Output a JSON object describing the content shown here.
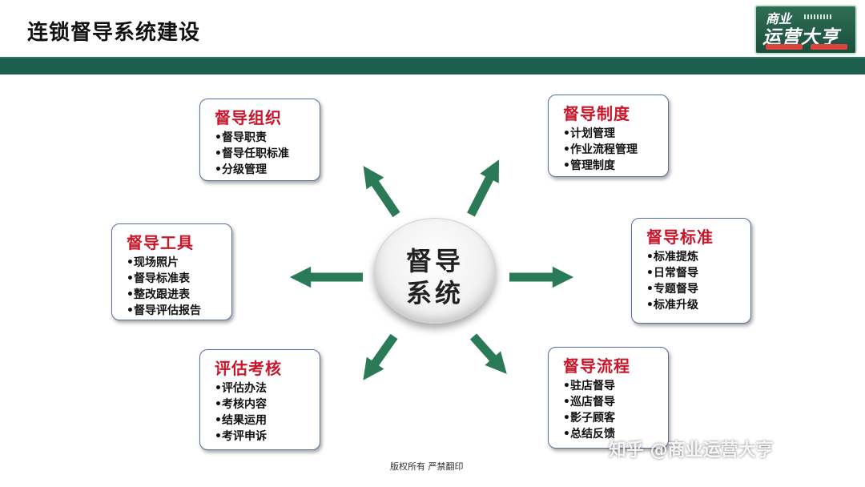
{
  "header": {
    "title": "连锁督导系统建设"
  },
  "logo": {
    "line1": "商业",
    "line2": "运营大亨",
    "accent_color": "#1d5f4c"
  },
  "hub": {
    "line1": "督导",
    "line2": "系统"
  },
  "boxes": {
    "org": {
      "title": "督导组织",
      "items": [
        "•督导职责",
        "•督导任职标准",
        "•分级管理"
      ]
    },
    "system": {
      "title": "督导制度",
      "items": [
        "•计划管理",
        "•作业流程管理",
        "•管理制度"
      ]
    },
    "tools": {
      "title": "督导工具",
      "items": [
        "•现场照片",
        "•督导标准表",
        "•整改跟进表",
        "•督导评估报告"
      ]
    },
    "standard": {
      "title": "督导标准",
      "items": [
        "•标准提炼",
        "•日常督导",
        "•专题督导",
        "•标准升级"
      ]
    },
    "assess": {
      "title": "评估考核",
      "items": [
        "•评估办法",
        "•考核内容",
        "•结果运用",
        "•考评申诉"
      ]
    },
    "process": {
      "title": "督导流程",
      "items": [
        "•驻店督导",
        "•巡店督导",
        "•影子顾客",
        "•总结反馈"
      ]
    }
  },
  "footer": {
    "copyright": "版权所有 严禁翻印"
  },
  "watermark": {
    "text": "知乎 @商业运营大亨"
  },
  "colors": {
    "band": "#1d5f4c",
    "arrow": "#2b7a57",
    "box_title": "#c8162b",
    "box_border": "#5b6e9c"
  }
}
